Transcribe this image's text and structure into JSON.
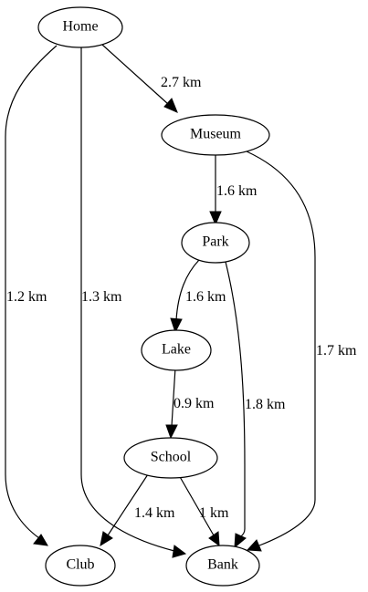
{
  "graph": {
    "nodes": [
      {
        "id": "home",
        "label": "Home"
      },
      {
        "id": "museum",
        "label": "Museum"
      },
      {
        "id": "park",
        "label": "Park"
      },
      {
        "id": "lake",
        "label": "Lake"
      },
      {
        "id": "school",
        "label": "School"
      },
      {
        "id": "club",
        "label": "Club"
      },
      {
        "id": "bank",
        "label": "Bank"
      }
    ],
    "edges": [
      {
        "id": "home-club",
        "from": "home",
        "to": "club",
        "label": "1.2 km"
      },
      {
        "id": "home-bank",
        "from": "home",
        "to": "bank",
        "label": "1.3 km"
      },
      {
        "id": "home-museum",
        "from": "home",
        "to": "museum",
        "label": "2.7 km"
      },
      {
        "id": "museum-park",
        "from": "museum",
        "to": "park",
        "label": "1.6 km"
      },
      {
        "id": "museum-bank",
        "from": "museum",
        "to": "bank",
        "label": "1.7 km"
      },
      {
        "id": "park-lake",
        "from": "park",
        "to": "lake",
        "label": "1.6 km"
      },
      {
        "id": "park-bank",
        "from": "park",
        "to": "bank",
        "label": "1.8 km"
      },
      {
        "id": "lake-school",
        "from": "lake",
        "to": "school",
        "label": "0.9 km"
      },
      {
        "id": "school-club",
        "from": "school",
        "to": "club",
        "label": "1.4 km"
      },
      {
        "id": "school-bank",
        "from": "school",
        "to": "bank",
        "label": "1 km"
      }
    ]
  }
}
